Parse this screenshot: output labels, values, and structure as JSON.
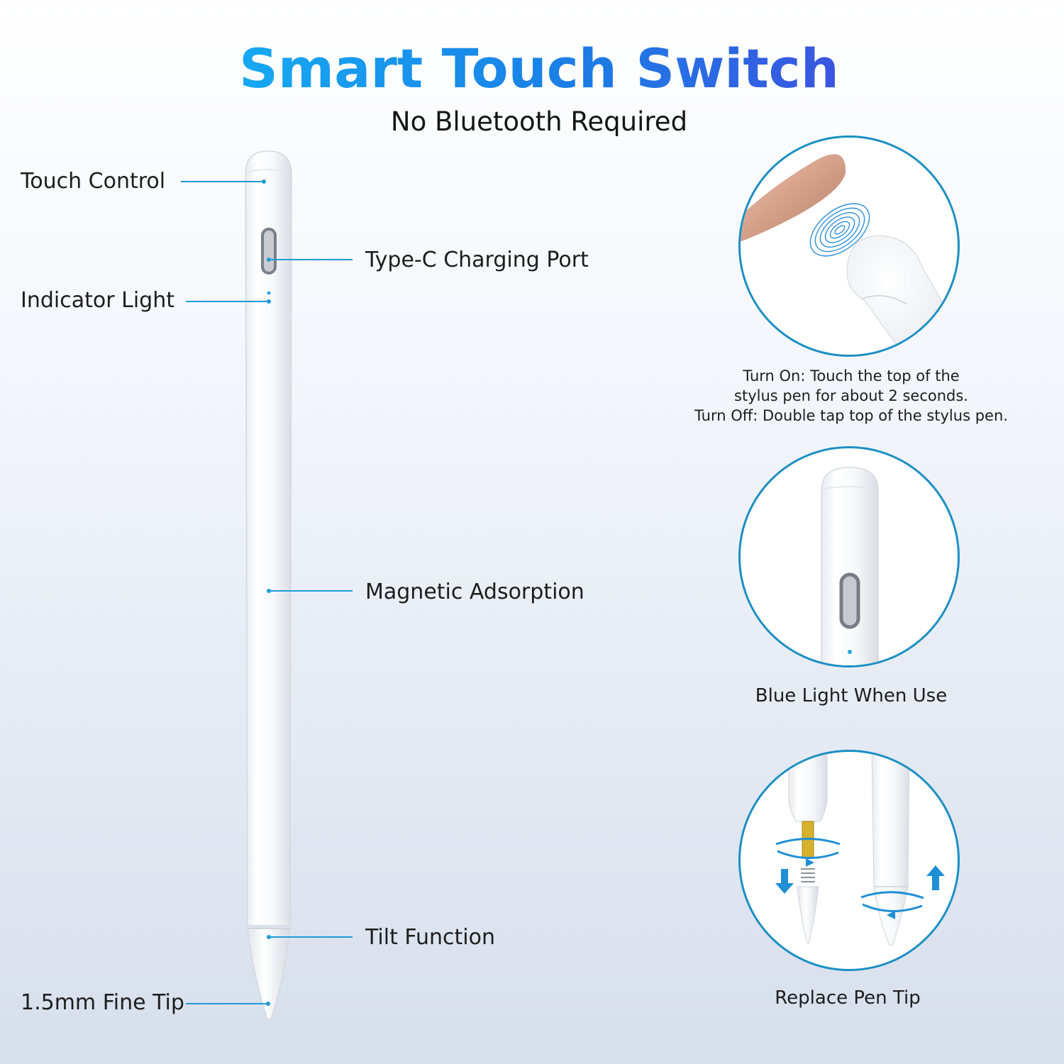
{
  "header": {
    "title": "Smart Touch Switch",
    "subtitle": "No Bluetooth Required"
  },
  "callouts": {
    "touch_control": "Touch Control",
    "charging_port": "Type-C Charging Port",
    "indicator_light": "Indicator Light",
    "magnetic": "Magnetic Adsorption",
    "tilt": "Tilt Function",
    "fine_tip": "1.5mm Fine Tip"
  },
  "panels": {
    "touch": {
      "line1": "Turn On: Touch the top of the",
      "line2": "stylus pen for about 2 seconds.",
      "line3": "Turn Off: Double tap top of the stylus pen."
    },
    "light": {
      "caption": "Blue Light When Use"
    },
    "tip": {
      "caption": "Replace Pen Tip"
    }
  },
  "colors": {
    "accent": "#1f9bd6",
    "title_gradient_start": "#16a9f2",
    "title_gradient_end": "#3b55e0",
    "circle_border": "#1b8fc2"
  }
}
